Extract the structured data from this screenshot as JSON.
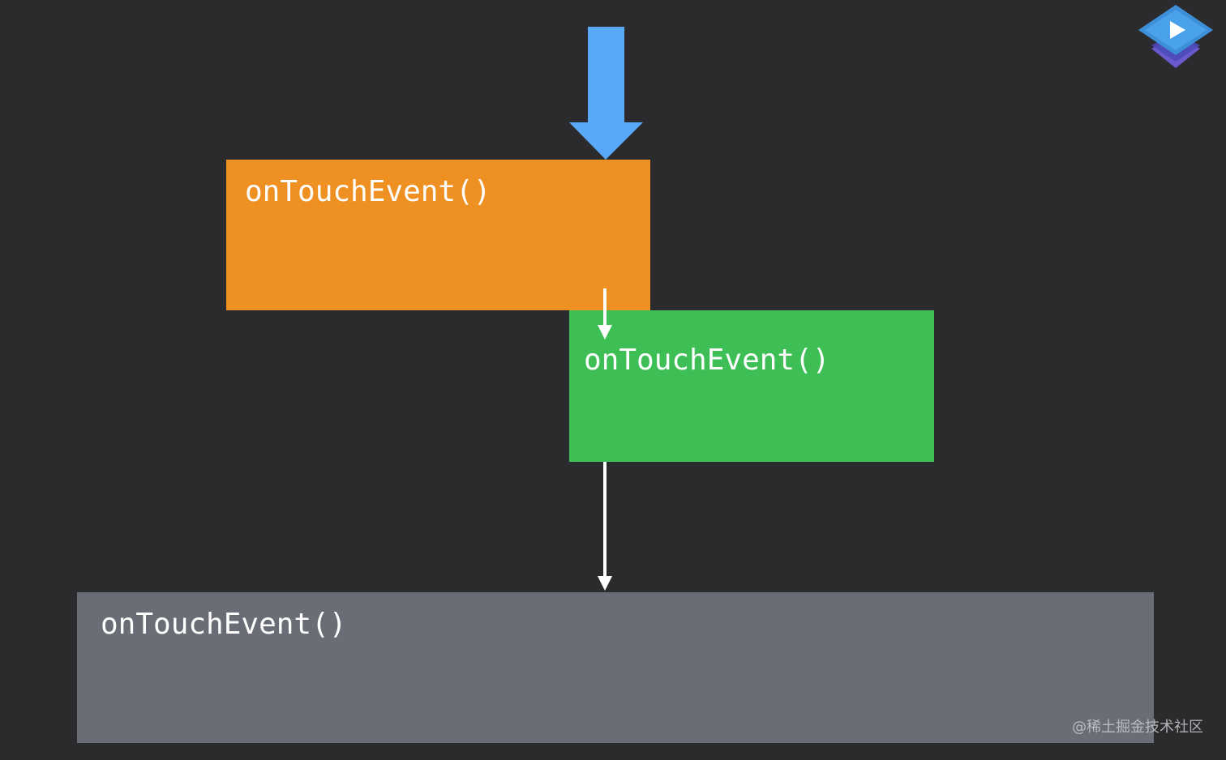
{
  "diagram": {
    "boxes": [
      {
        "id": "orange",
        "label": "onTouchEvent()",
        "color": "#ef9023"
      },
      {
        "id": "green",
        "label": "onTouchEvent()",
        "color": "#3dbf56"
      },
      {
        "id": "gray",
        "label": "onTouchEvent()",
        "color": "#6a6d76"
      }
    ],
    "entry_arrow_color": "#5aa9f8",
    "flow_arrow_color": "#ffffff"
  },
  "logo": {
    "icon": "play-graduation-cap-icon"
  },
  "watermark": {
    "text": "@稀土掘金技术社区"
  }
}
